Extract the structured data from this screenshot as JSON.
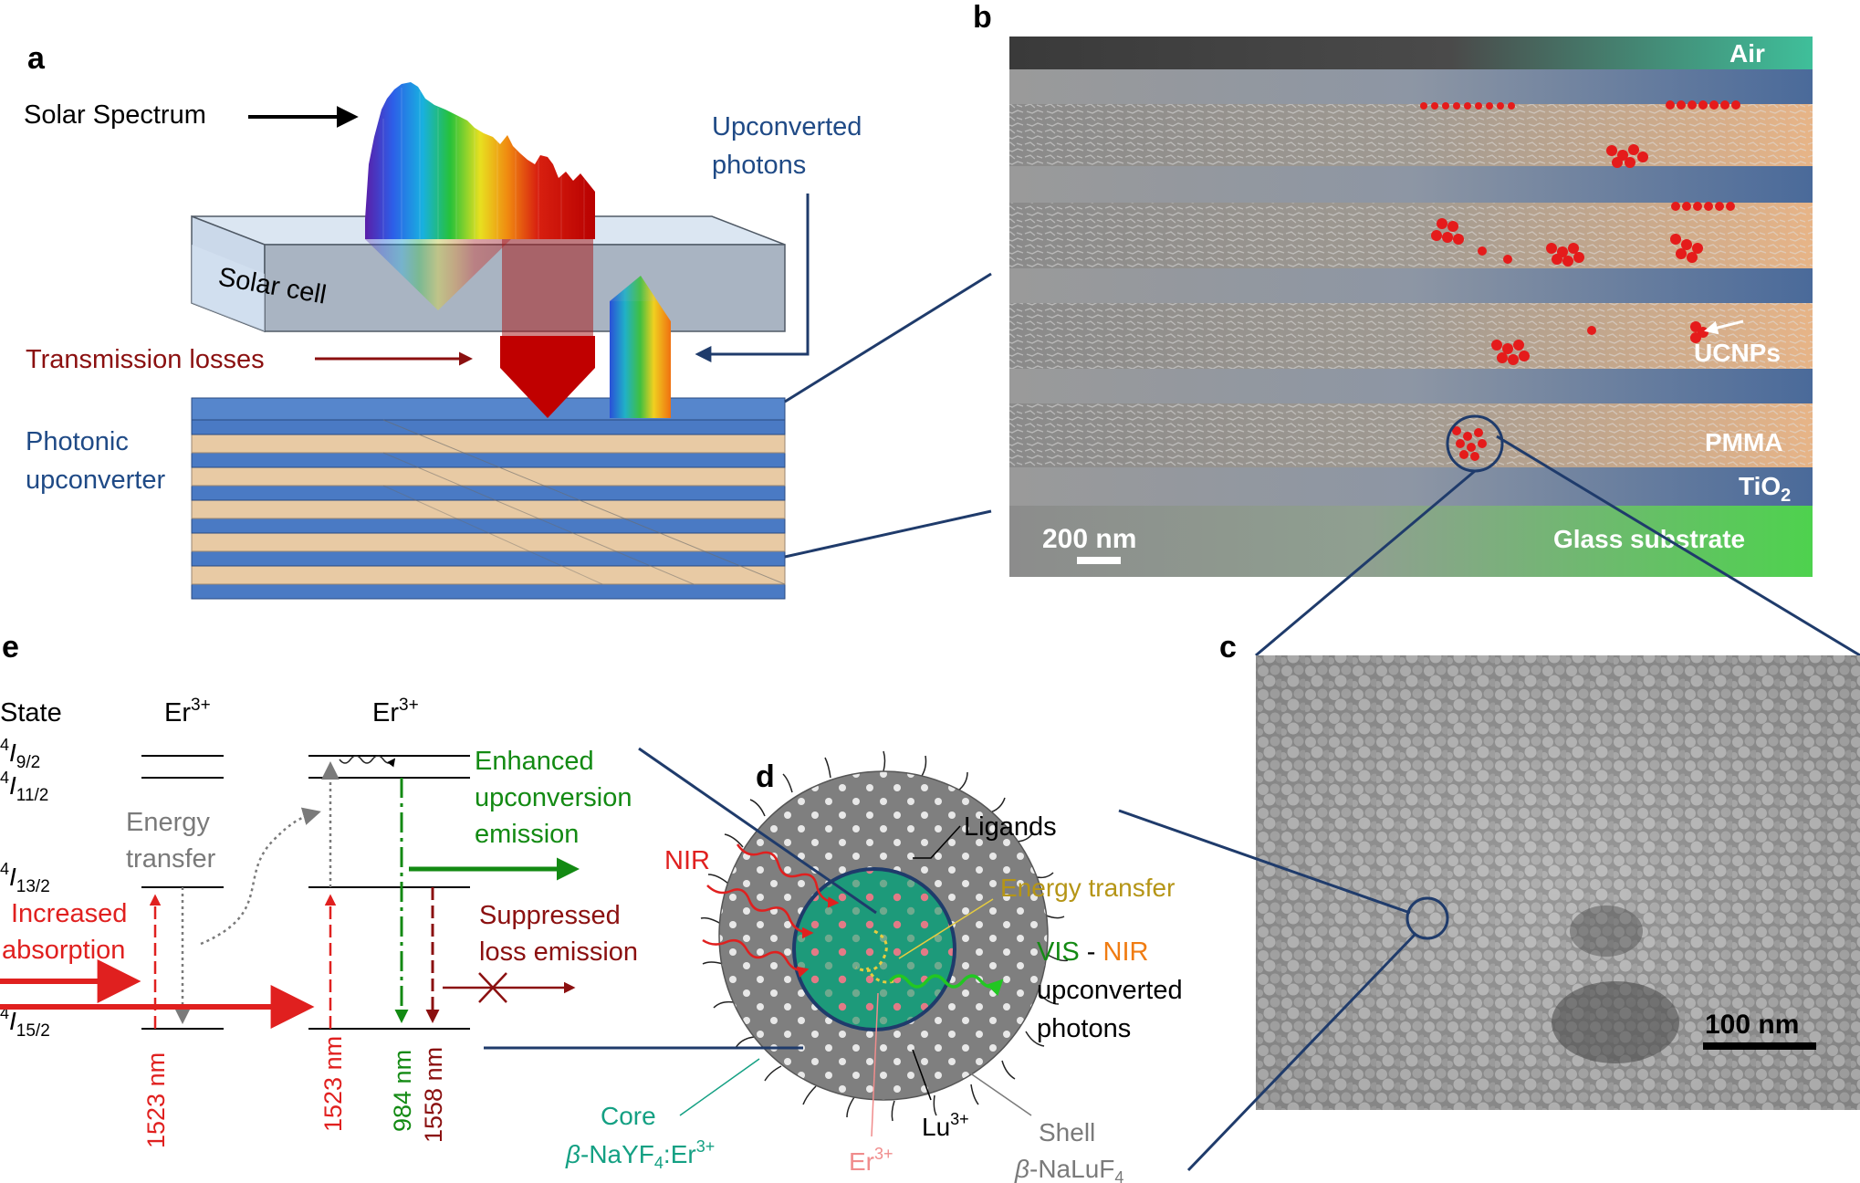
{
  "panels": {
    "a": {
      "letter": "a",
      "solar_spectrum": "Solar Spectrum",
      "upconverted_photons_1": "Upconverted",
      "upconverted_photons_2": "photons",
      "solar_cell": "Solar cell",
      "transmission_losses": "Transmission losses",
      "photonic_1": "Photonic",
      "photonic_2": "upconverter"
    },
    "b": {
      "letter": "b",
      "air": "Air",
      "ucnps": "UCNPs",
      "pmma": "PMMA",
      "tio2_base": "TiO",
      "tio2_sub": "2",
      "scalebar": "200 nm",
      "glass": "Glass substrate"
    },
    "c": {
      "letter": "c",
      "scalebar": "100 nm"
    },
    "d": {
      "letter": "d",
      "ligands": "Ligands",
      "nir": "NIR",
      "energy_transfer": "Energy transfer",
      "vis": "VIS",
      "dash": " - ",
      "nir2": "NIR",
      "upconverted": "upconverted",
      "photons": "photons",
      "core": "Core",
      "core_formula_beta": "β",
      "core_formula": "-NaYF",
      "core_formula_sub": "4",
      "core_formula_er": ":Er",
      "core_formula_sup": "3+",
      "er_label": "Er",
      "er_sup": "3+",
      "lu_label": "Lu",
      "lu_sup": "3+",
      "shell": "Shell",
      "shell_formula_beta": "β",
      "shell_formula": "-NaLuF",
      "shell_formula_sub": "4"
    },
    "e": {
      "letter": "e",
      "state": "State",
      "er1": "Er",
      "er1_sup": "3+",
      "er2": "Er",
      "er2_sup": "3+",
      "levels": [
        {
          "pre": "4",
          "main": "I",
          "sub": "9/2"
        },
        {
          "pre": "4",
          "main": "I",
          "sub": "11/2"
        },
        {
          "pre": "4",
          "main": "I",
          "sub": "13/2"
        },
        {
          "pre": "4",
          "main": "I",
          "sub": "15/2"
        }
      ],
      "energy_1": "Energy",
      "energy_2": "transfer",
      "enhanced_1": "Enhanced",
      "enhanced_2": "upconversion",
      "enhanced_3": "emission",
      "increased_1": "Increased",
      "increased_2": "absorption",
      "suppressed_1": "Suppressed",
      "suppressed_2": "loss emission",
      "wl_1523a": "1523 nm",
      "wl_1523b": "1523 nm",
      "wl_984": "984 nm",
      "wl_1558": "1558 nm"
    }
  },
  "colors": {
    "navy": "#1f3b6b",
    "red": "#e0201f",
    "darkred": "#8b1010",
    "green": "#138a13",
    "gray": "#7a7a7a",
    "teal": "#14a083",
    "orange": "#f07c12",
    "gold": "#b59516",
    "pink": "#f08c8c",
    "blue_label": "#1f4a86"
  }
}
